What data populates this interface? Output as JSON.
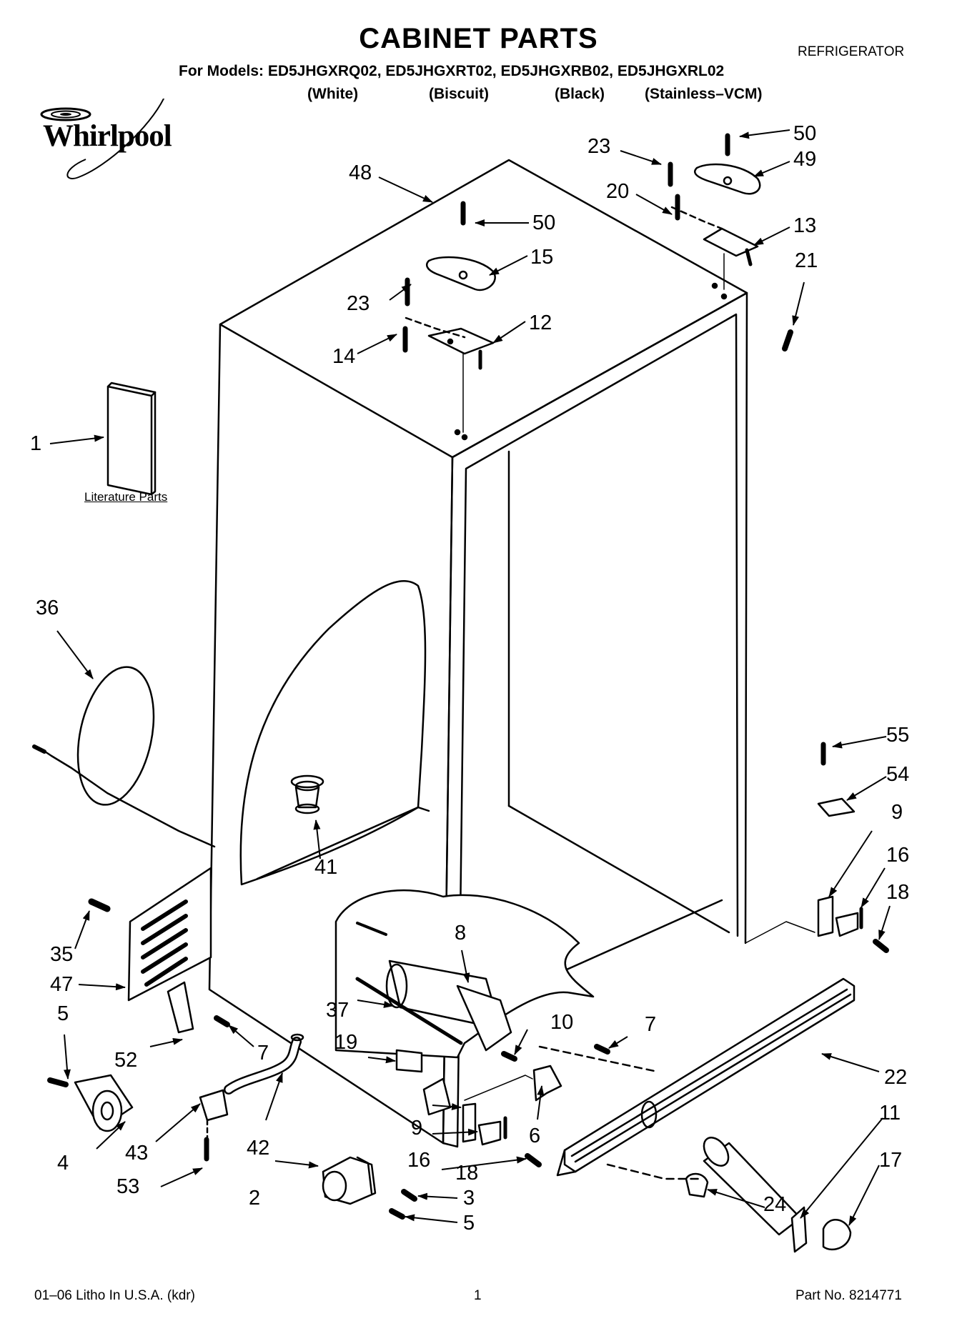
{
  "header": {
    "title": "CABINET PARTS",
    "appliance_type": "REFRIGERATOR",
    "models_line": "For Models: ED5JHGXRQ02, ED5JHGXRT02, ED5JHGXRB02, ED5JHGXRL02",
    "variants": [
      "(White)",
      "(Biscuit)",
      "(Black)",
      "(Stainless–VCM)"
    ]
  },
  "brand": {
    "logo_text": "Whirlpool"
  },
  "literature_label": "Literature Parts",
  "callouts": {
    "c1": "1",
    "c2": "2",
    "c3": "3",
    "c4": "4",
    "c5a": "5",
    "c5b": "5",
    "c6": "6",
    "c7a": "7",
    "c7b": "7",
    "c8": "8",
    "c9a": "9",
    "c9b": "9",
    "c10": "10",
    "c11": "11",
    "c12": "12",
    "c13": "13",
    "c14": "14",
    "c15": "15",
    "c16a": "16",
    "c16b": "16",
    "c17": "17",
    "c18a": "18",
    "c18b": "18",
    "c19": "19",
    "c20": "20",
    "c21": "21",
    "c22": "22",
    "c23a": "23",
    "c23b": "23",
    "c24": "24",
    "c35": "35",
    "c36": "36",
    "c37": "37",
    "c41": "41",
    "c42": "42",
    "c43": "43",
    "c47": "47",
    "c48": "48",
    "c49": "49",
    "c50a": "50",
    "c50b": "50",
    "c52": "52",
    "c53": "53",
    "c54": "54",
    "c55": "55"
  },
  "footer": {
    "litho": "01–06 Litho In U.S.A. (kdr)",
    "page": "1",
    "part_no": "Part No. 8214771"
  }
}
